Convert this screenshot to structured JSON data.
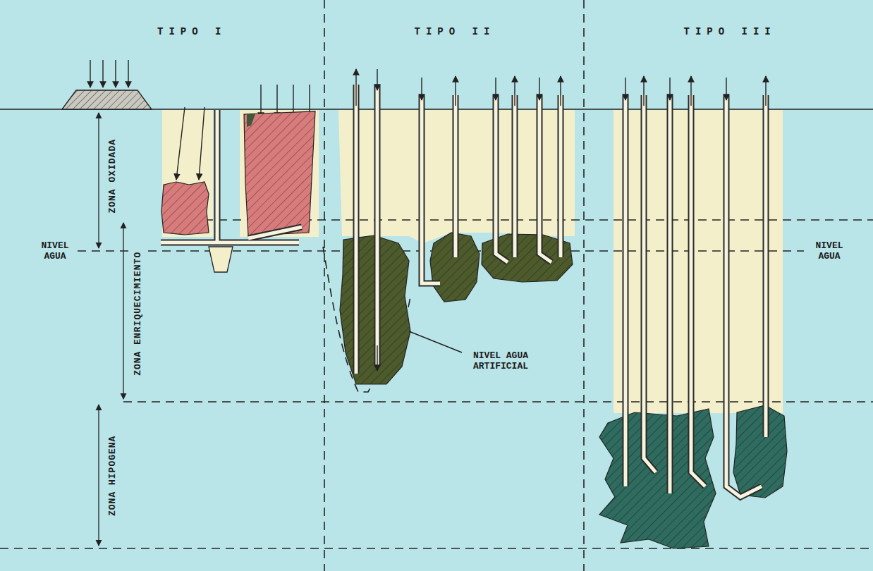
{
  "diagram": {
    "labels": [
      "TIPO I",
      "TIPO II",
      "TIPO III",
      "ZONA OXIDADA",
      "NIVEL AGUA",
      "ZONA ENRIQUECIMIENTO",
      "NIVEL AGUA ARTIFICIAL",
      "NIVEL AGUA",
      "ZONA HIPOGENA"
    ]
  }
}
